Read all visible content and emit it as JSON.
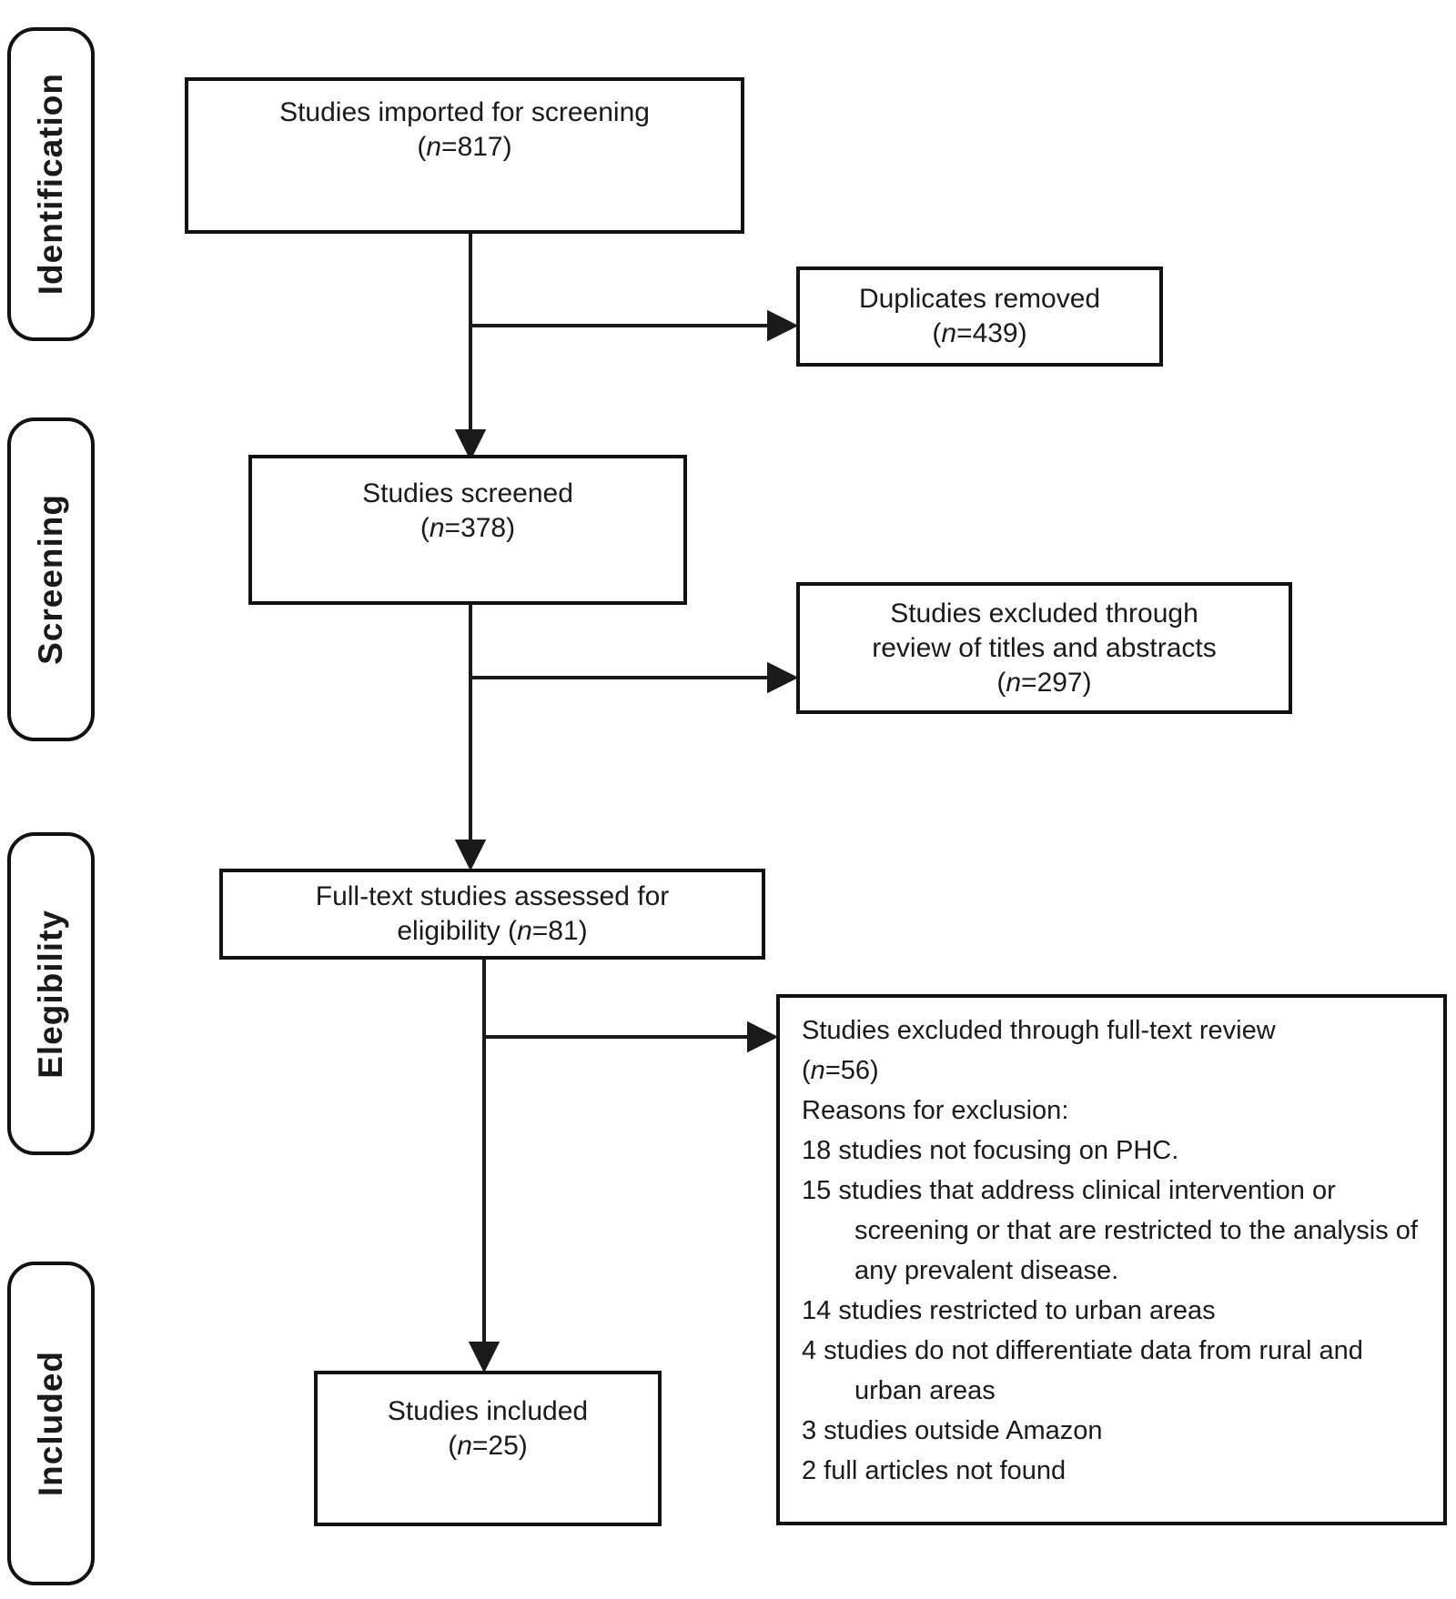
{
  "stages": [
    {
      "label": "Identification"
    },
    {
      "label": "Screening"
    },
    {
      "label": "Elegibility"
    },
    {
      "label": "Included"
    }
  ],
  "boxes": {
    "imported": {
      "lines": [
        "Studies imported for screening",
        "(n=817)"
      ]
    },
    "duplicates": {
      "lines": [
        "Duplicates removed",
        "(n=439)"
      ]
    },
    "screened": {
      "lines": [
        "Studies screened",
        "(n=378)"
      ]
    },
    "excluded_titles": {
      "lines": [
        "Studies excluded through",
        "review of titles and abstracts",
        "(n=297)"
      ]
    },
    "fulltext": {
      "lines": [
        "Full-text studies assessed for",
        "eligibility (n=81)"
      ]
    },
    "excluded_fulltext": {
      "title_lines": [
        "Studies excluded through full-text review",
        "(n=56)"
      ],
      "reasons_heading": "Reasons for exclusion:",
      "reasons": [
        "18 studies not focusing on PHC.",
        "15 studies that address clinical intervention or screening or that are restricted to the analysis of any prevalent disease.",
        "14 studies restricted to urban areas",
        "4 studies do not differentiate data from rural and urban areas",
        "3 studies outside Amazon",
        "2 full articles not found"
      ]
    },
    "included": {
      "lines": [
        "Studies included",
        "(n=25)"
      ]
    }
  },
  "colors": {
    "line": "#1a1a1a",
    "border": "#111111",
    "background": "#ffffff",
    "text": "#1a1a1a"
  }
}
